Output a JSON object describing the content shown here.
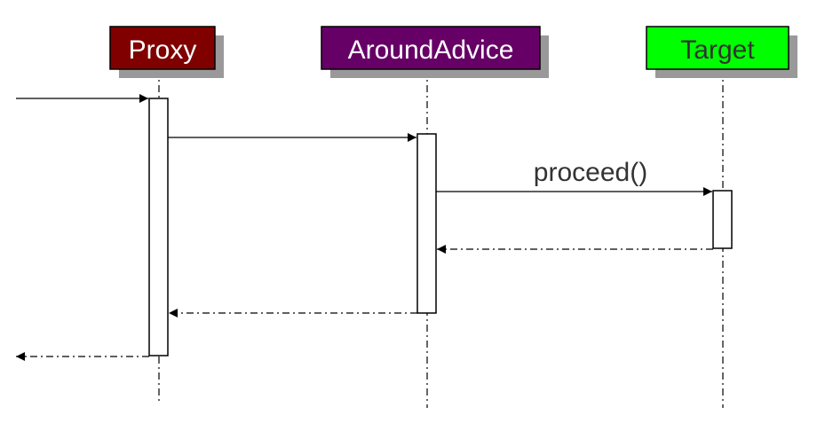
{
  "participants": [
    {
      "label": "Proxy",
      "fill": "#800000",
      "text_color": "#ffffff"
    },
    {
      "label": "AroundAdvice",
      "fill": "#660066",
      "text_color": "#ffffff"
    },
    {
      "label": "Target",
      "fill": "#00ff00",
      "text_color": "#333333"
    }
  ],
  "messages": [
    {
      "label": "",
      "type": "call"
    },
    {
      "label": "",
      "type": "call"
    },
    {
      "label": "proceed()",
      "type": "call"
    },
    {
      "label": "",
      "type": "return"
    },
    {
      "label": "",
      "type": "return"
    },
    {
      "label": "",
      "type": "return"
    }
  ],
  "colors": {
    "line": "#000000",
    "shadow": "#999999"
  }
}
